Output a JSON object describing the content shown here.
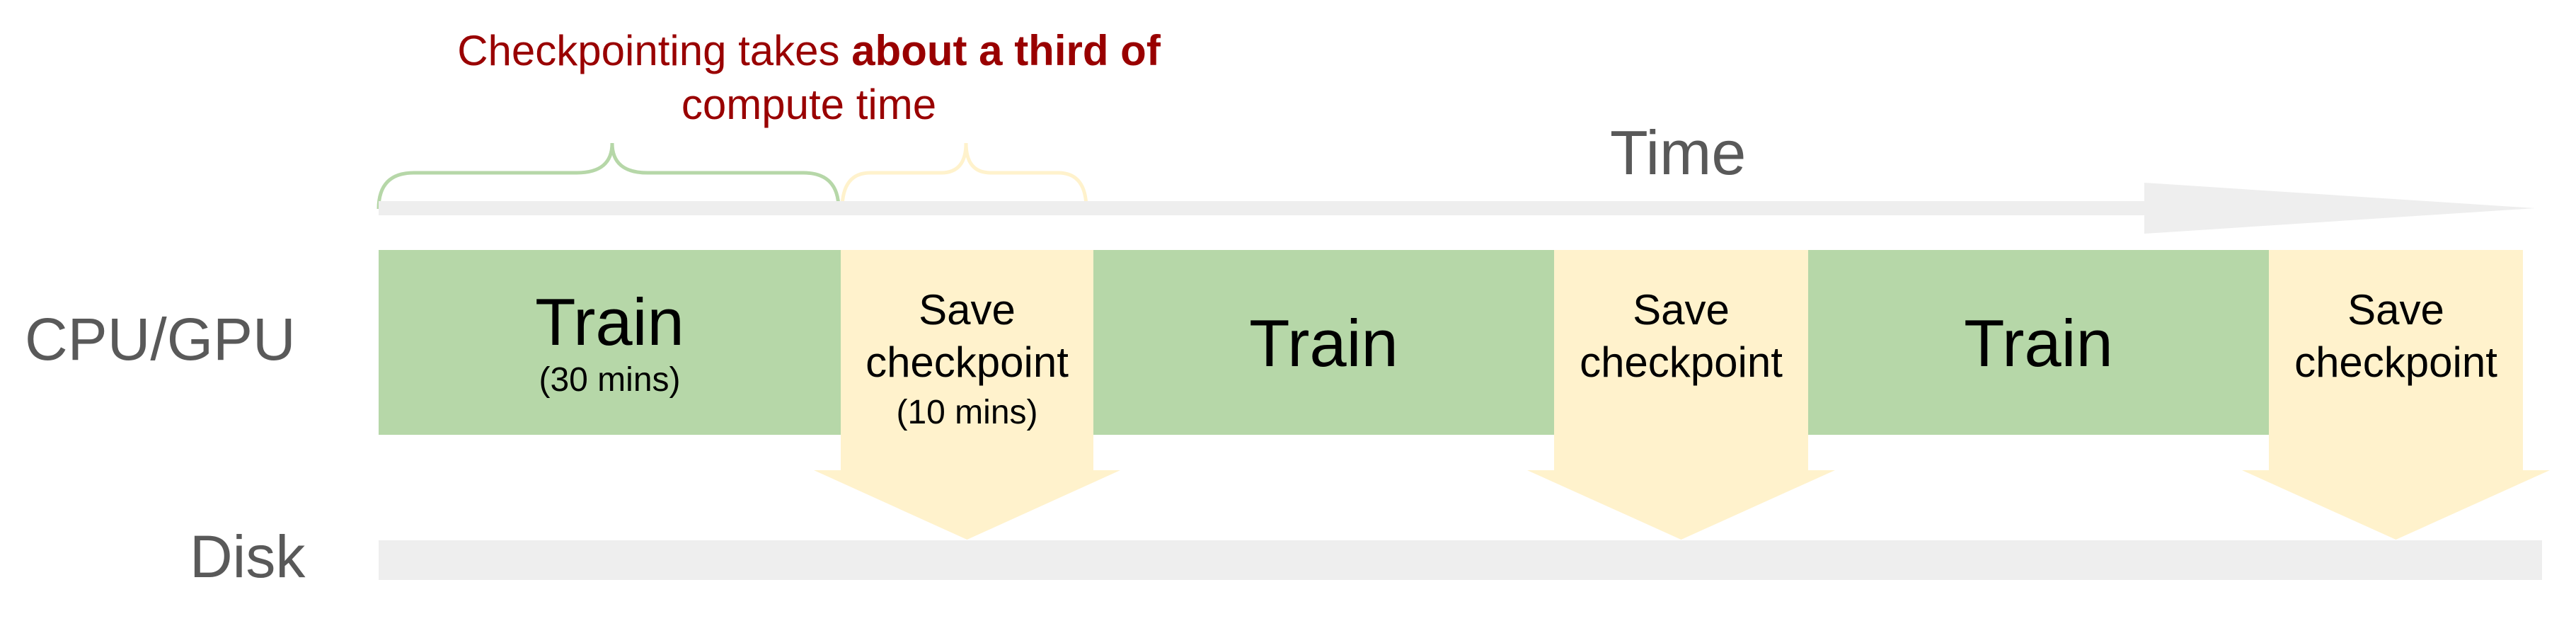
{
  "colors": {
    "train": "#b6d7a8",
    "save": "#fff2cc",
    "disk": "#eeeeee",
    "time_arrow": "#eeeeee",
    "annotation_text": "#990000",
    "label_text": "#595959",
    "brace_train": "#b6d7a8",
    "brace_save": "#fff2cc"
  },
  "annotation": {
    "line1_prefix": "Checkpointing takes ",
    "line1_bold": "about a third of",
    "line2": "compute time"
  },
  "time_label": "Time",
  "rows": {
    "compute": "CPU/GPU",
    "disk": "Disk"
  },
  "blocks": [
    {
      "type": "train",
      "label": "Train",
      "sublabel": "(30 mins)"
    },
    {
      "type": "save",
      "label_line1": "Save",
      "label_line2": "checkpoint",
      "sublabel": "(10 mins)"
    },
    {
      "type": "train",
      "label": "Train",
      "sublabel": ""
    },
    {
      "type": "save",
      "label_line1": "Save",
      "label_line2": "checkpoint",
      "sublabel": ""
    },
    {
      "type": "train",
      "label": "Train",
      "sublabel": ""
    },
    {
      "type": "save",
      "label_line1": "Save",
      "label_line2": "checkpoint",
      "sublabel": ""
    }
  ]
}
